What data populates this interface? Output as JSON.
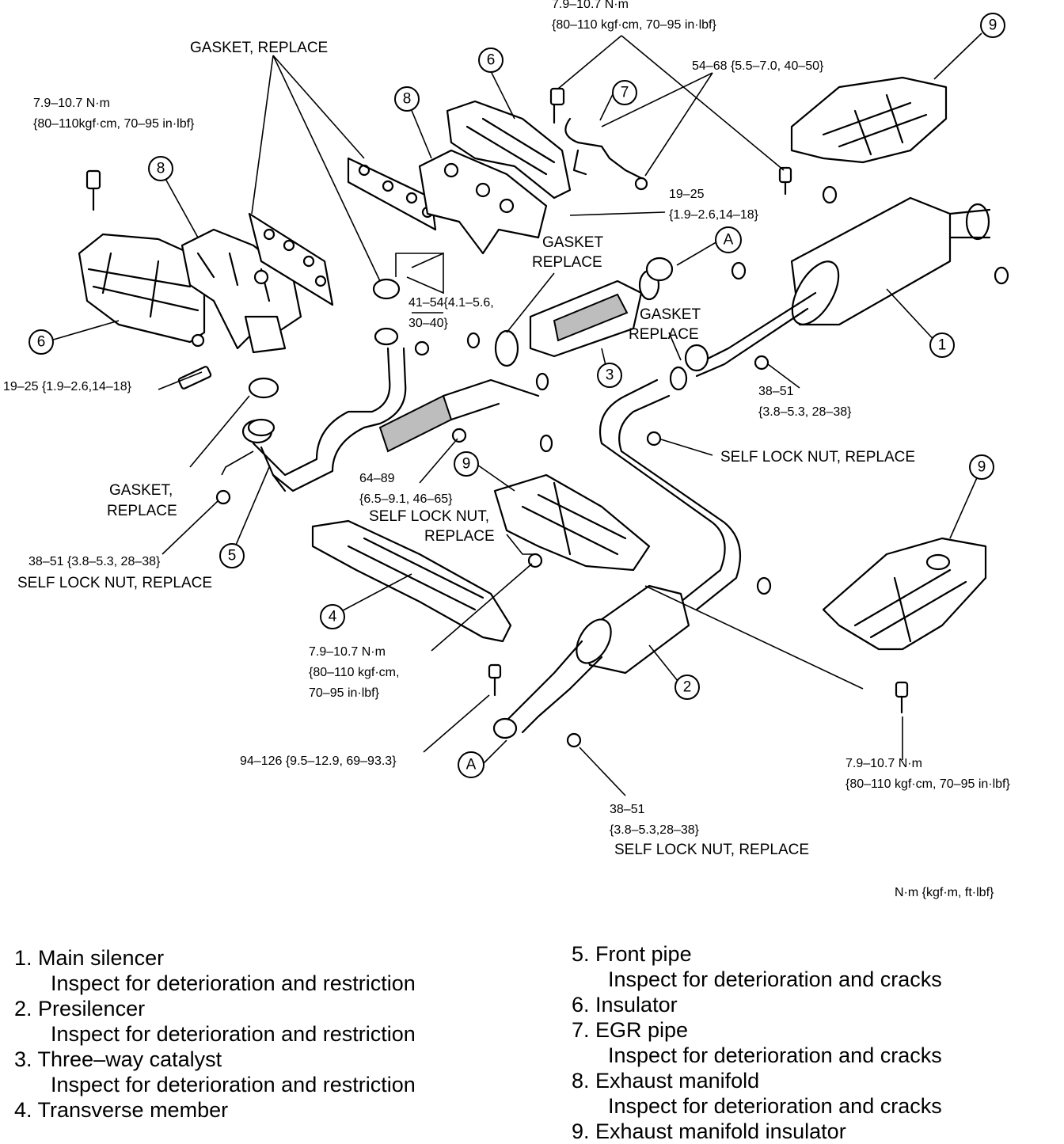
{
  "torque_labels": {
    "top_center": [
      "7.9–10.7 N·m",
      "{80–110 kgf·cm, 70–95 in·lbf}"
    ],
    "top_left": [
      "7.9–10.7 N·m",
      "{80–110kgf·cm, 70–95 in·lbf}"
    ],
    "egr": "54–68 {5.5–7.0, 40–50}",
    "manifold_nut_right": [
      "19–25",
      "{1.9–2.6,14–18}"
    ],
    "manifold_nut_left": "19–25 {1.9–2.6,14–18}",
    "front_pipe_joint": [
      "41–54{4.1–5.6,",
      "30–40}"
    ],
    "catalyst_nut": [
      "38–51",
      "{3.8–5.3, 28–38}"
    ],
    "front_pipe_bracket": [
      "64–89",
      "{6.5–9.1, 46–65}"
    ],
    "front_pipe_nut": "38–51 {3.8–5.3, 28–38}",
    "member_bolt": [
      "7.9–10.7 N·m",
      "{80–110 kgf·cm,",
      "70–95 in·lbf}"
    ],
    "member_bolt_big": "94–126 {9.5–12.9, 69–93.3}",
    "right_insulator": [
      "7.9–10.7 N·m",
      "{80–110 kgf·cm, 70–95 in·lbf}"
    ],
    "presilencer_nut": [
      "38–51",
      "{3.8–5.3,28–38}"
    ]
  },
  "notes": {
    "gasket_replace_top": "GASKET, REPLACE",
    "gasket_replace_mid": [
      "GASKET",
      "REPLACE"
    ],
    "gasket_replace_right": [
      "GASKET",
      "REPLACE"
    ],
    "gasket_replace_left": [
      "GASKET,",
      "REPLACE"
    ],
    "self_lock_nut_replace": "SELF LOCK NUT, REPLACE",
    "self_lock_nut_replace_mid": [
      "SELF LOCK NUT,",
      "REPLACE"
    ],
    "self_lock_nut_replace_left": "SELF LOCK NUT, REPLACE",
    "self_lock_nut_replace_bottom": "SELF LOCK NUT, REPLACE"
  },
  "units": "N·m {kgf·m, ft·lbf}",
  "callouts": {
    "c1": "1",
    "c2": "2",
    "c3": "3",
    "c4": "4",
    "c5": "5",
    "c6a": "6",
    "c6b": "6",
    "c7": "7",
    "c8a": "8",
    "c8b": "8",
    "c9a": "9",
    "c9b": "9",
    "c9c": "9",
    "cA1": "A",
    "cA2": "A"
  },
  "legend_left": [
    {
      "item": "1. Main silencer",
      "sub": "Inspect for deterioration and restriction"
    },
    {
      "item": "2. Presilencer",
      "sub": "Inspect for deterioration and restriction"
    },
    {
      "item": "3. Three–way catalyst",
      "sub": "Inspect for deterioration and restriction"
    },
    {
      "item": "4. Transverse member",
      "sub": ""
    }
  ],
  "legend_right": [
    {
      "item": "5. Front pipe",
      "sub": "Inspect for deterioration and cracks"
    },
    {
      "item": "6. Insulator",
      "sub": ""
    },
    {
      "item": "7. EGR pipe",
      "sub": "Inspect for deterioration and cracks"
    },
    {
      "item": "8. Exhaust manifold",
      "sub": "Inspect for deterioration and cracks"
    },
    {
      "item": "9. Exhaust manifold insulator",
      "sub": ""
    }
  ]
}
